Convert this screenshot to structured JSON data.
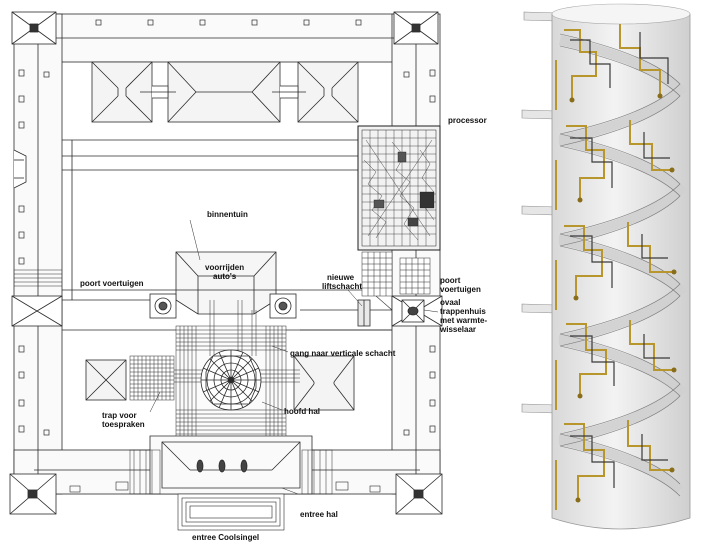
{
  "plan": {
    "labels": {
      "processor": "processor",
      "binnentuin": "binnentuin",
      "poort_left": "poort voertuigen",
      "poort_right_1": "poort",
      "poort_right_2": "voertuigen",
      "voorrijden_1": "voorrijden",
      "voorrijden_2": "auto's",
      "lift_1": "nieuwe",
      "lift_2": "liftschacht",
      "ovaal_1": "ovaal",
      "ovaal_2": "trappenhuis",
      "ovaal_3": "met warmte-",
      "ovaal_4": "wisselaar",
      "gang": "gang naar verticale schacht",
      "trap_1": "trap voor",
      "trap_2": "toespraken",
      "hoofd_hal": "hoofd hal",
      "entree_hal": "entree hal",
      "entree_coolsingel": "entree Coolsingel"
    }
  },
  "colors": {
    "line": "#2b2b2b",
    "roof": "#f4f4f4",
    "tower_shell": "#e9e9e9",
    "circuit_gold": "#b8962e",
    "circuit_dark": "#3a3a3a"
  }
}
